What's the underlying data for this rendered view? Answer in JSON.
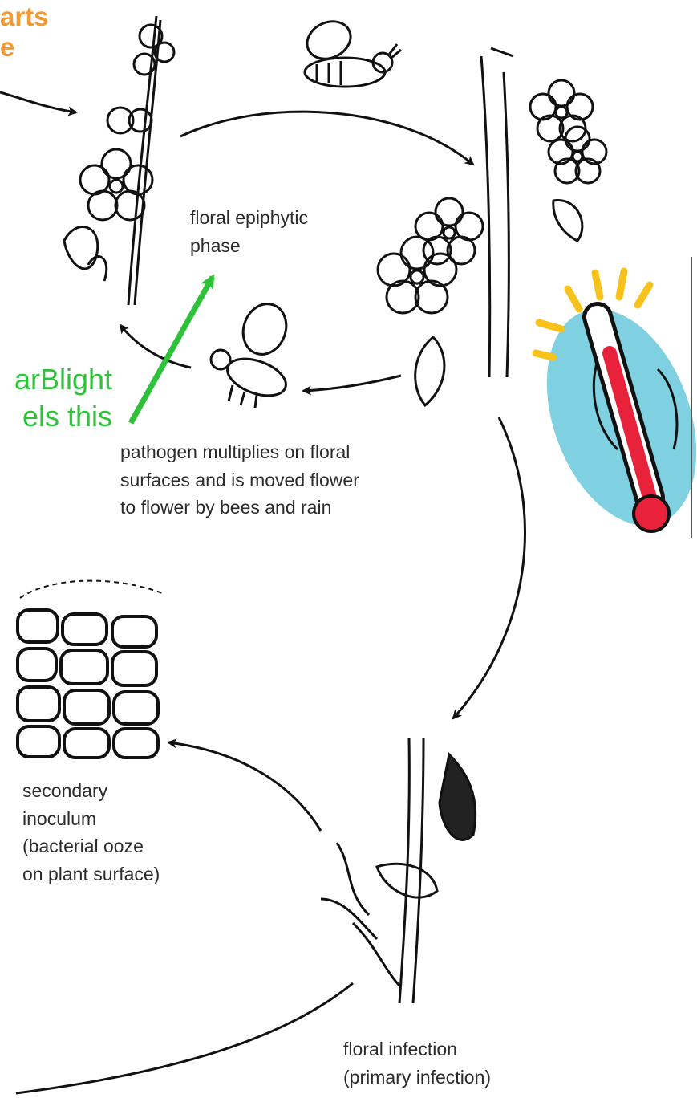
{
  "labels": {
    "starts": "arts",
    "starts_line2": "e",
    "floral_epiphytic_phase": "floral epiphytic\nphase",
    "pathogen_multiplies": "pathogen multiplies on floral\nsurfaces and is moved flower\nto flower by bees and rain",
    "secondary_inoculum": "secondary\ninoculum\n(bacterial ooze\non plant surface)",
    "floral_infection": "floral infection\n(primary infection)",
    "maryblyt_line1": "arBlight",
    "maryblyt_line2": "els this"
  },
  "colors": {
    "orange_text": "#f39a32",
    "green_text": "#2ec23a",
    "green_arrow": "#2ec23a",
    "thermometer_red": "#e8223a",
    "thermometer_bg": "#7fd0e0",
    "sun_rays": "#f7c21c"
  },
  "icons": [
    "flower-branch-icon",
    "bee-icon",
    "thermometer-icon",
    "bacteria-cells-icon",
    "infected-branch-icon"
  ]
}
